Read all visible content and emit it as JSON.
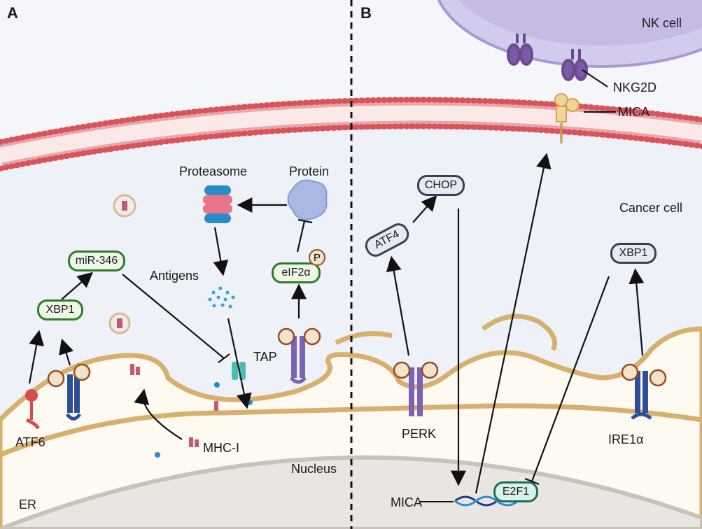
{
  "panel_a": {
    "label": "A",
    "proteasome": "Proteasome",
    "protein": "Protein",
    "antigens": "Antigens",
    "tap": "TAP",
    "atf6": "ATF6",
    "mhc_i": "MHC-I",
    "nucleus": "Nucleus",
    "er": "ER",
    "xbp1": "XBP1",
    "mir346": "miR-346",
    "eif2a": "eIF2α",
    "phospho": "P"
  },
  "panel_b": {
    "label": "B",
    "nk_cell": "NK cell",
    "nkg2d": "NKG2D",
    "mica_top": "MICA",
    "cancer_cell": "Cancer cell",
    "chop": "CHOP",
    "atf4": "ATF4",
    "xbp1": "XBP1",
    "perk": "PERK",
    "ire1a": "IRE1α",
    "e2f1": "E2F1",
    "mica_dna": "MICA"
  },
  "colors": {
    "cell_bg": "#eef2f8",
    "membrane_head": "#d9535a",
    "er_lumen": "#fffaf1",
    "er_border": "#d7b06d",
    "nucleus": "#e9e6e1",
    "nk_cell": "#cbc2e6",
    "green_pill": "#2f7d2a",
    "grey_pill": "#3b3f55"
  },
  "icons": [
    "proteasome-icon",
    "protein-icon",
    "antigen-dots-icon",
    "tap-transporter-icon",
    "mhc-i-icon",
    "receptor-icon",
    "nkg2d-icon",
    "mica-icon",
    "dna-icon",
    "vesicle-icon"
  ]
}
